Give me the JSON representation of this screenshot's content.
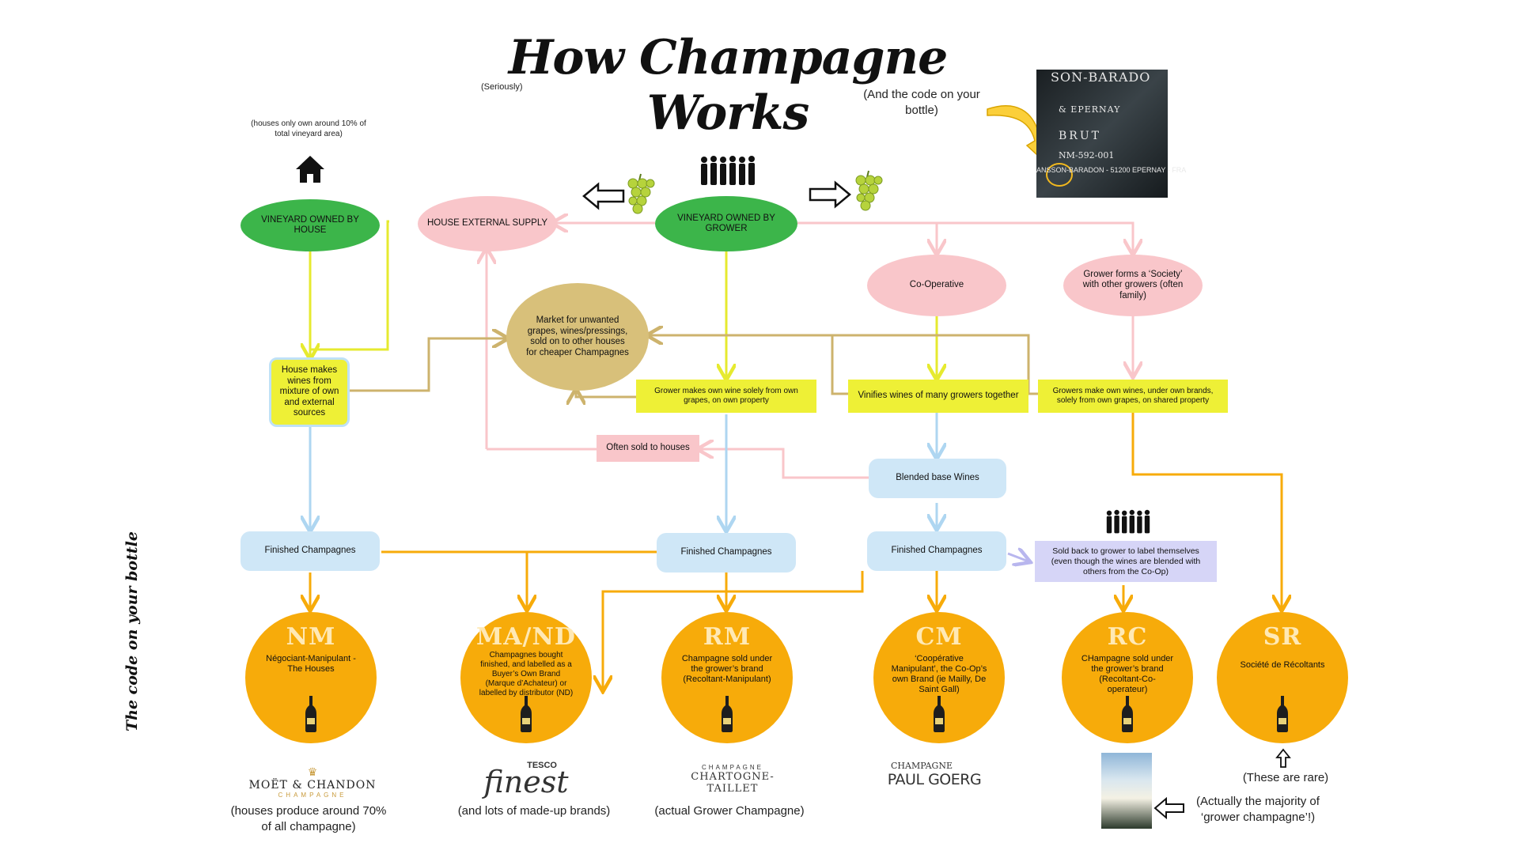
{
  "title": "How Champagne Works",
  "subtitle": "(Seriously)",
  "notes": {
    "code_note": "(And the code on your bottle)",
    "houses_own": "(houses only own around 10% of total vineyard area)",
    "vertical": "The code on your bottle"
  },
  "nodes": {
    "vineyard_house": "VINEYARD OWNED BY HOUSE",
    "house_external": "HOUSE EXTERNAL SUPPLY",
    "vineyard_grower": "VINEYARD OWNED BY GROWER",
    "coop": "Co-Operative",
    "society": "Grower forms a ‘Society’ with other growers (often family)",
    "market": "Market for unwanted grapes, wines/pressings, sold on to other houses for cheaper Champagnes",
    "house_makes": "House makes wines from mixture of own and external sources",
    "grower_makes": "Grower makes own wine solely from own grapes, on own property",
    "vinifies": "Vinifies wines of many growers together",
    "growers_make": "Growers make own wines, under own brands, solely from own grapes, on shared property",
    "often_sold": "Often sold to houses",
    "blended": "Blended base Wines",
    "finished_1": "Finished Champagnes",
    "finished_2": "Finished Champagnes",
    "finished_3": "Finished Champagnes",
    "sold_back": "Sold back to grower to label themselves (even though the wines are blended with others from the Co-Op)"
  },
  "codes": [
    {
      "code": "NM",
      "desc": "Négociant-Manipulant - The Houses"
    },
    {
      "code": "MA/ND",
      "desc": "Champagnes bought finished, and labelled as a Buyer’s Own Brand (Marque d’Achateur) or labelled by distributor (ND)"
    },
    {
      "code": "RM",
      "desc": "Champagne sold under the grower’s brand (Recoltant-Manipulant)"
    },
    {
      "code": "CM",
      "desc": "‘Coopérative Manipulant’, the Co-Op’s own Brand (ie Mailly, De Saint Gall)"
    },
    {
      "code": "RC",
      "desc": "CHampagne sold under the grower’s brand (Recoltant-Co-operateur)"
    },
    {
      "code": "SR",
      "desc": "Société de Récoltants"
    }
  ],
  "brands": {
    "moet": "MOËT & CHANDON",
    "moet_sub": "CHAMPAGNE",
    "tesco": "TESCO",
    "finest": "finest",
    "chartogne_top": "CHAMPAGNE",
    "chartogne": "CHARTOGNE-TAILLET",
    "goerg_top": "CHAMPAGNE",
    "goerg": "PAUL GOERG"
  },
  "captions": {
    "nm": "(houses produce around 70% of all champagne)",
    "mand": "(and lots of made-up brands)",
    "rm": "(actual Grower Champagne)",
    "sr": "(These are rare)",
    "rc": "(Actually the majority of ‘grower champagne’!)"
  },
  "label_photo": {
    "line1": "SON-BARADO",
    "line2": "& EPERNAY",
    "line3": "BRUT",
    "line4": "NM-592-001",
    "line5": "ANSSON-BARADON - 51200 EPERNAY - FRA"
  },
  "colors": {
    "green": "#3cb54a",
    "pink": "#f9c6ca",
    "yellow": "#eef036",
    "blue": "#cfe7f7",
    "orange": "#f7ab0a",
    "tan": "#d8c07a",
    "lavender": "#d6d5f7"
  },
  "icons": [
    "house-icon",
    "people-icon",
    "grapes-icon",
    "arrow-left-icon",
    "arrow-right-icon",
    "bottle-icon",
    "pointing-arrow-icon"
  ]
}
